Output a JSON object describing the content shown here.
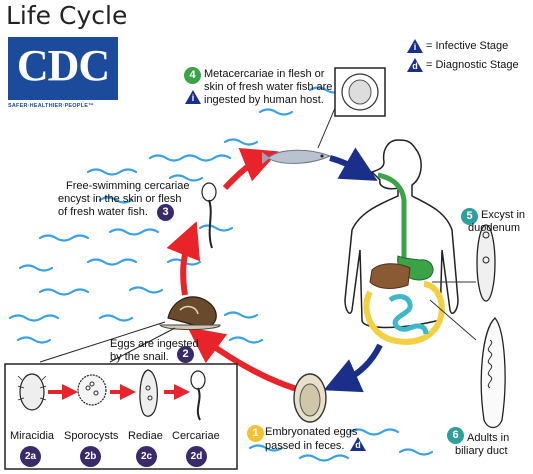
{
  "title": "Life Cycle",
  "logo": {
    "wordmark": "CDC",
    "tagline": "SAFER·HEALTHIER·PEOPLE™"
  },
  "legend": {
    "infective_symbol": "i",
    "infective_label": "= Infective Stage",
    "diagnostic_symbol": "d",
    "diagnostic_label": "= Diagnostic Stage"
  },
  "steps": {
    "s1": {
      "num": "1",
      "text": [
        "Embryonated eggs",
        "passed in feces."
      ],
      "tag": "d"
    },
    "s2": {
      "num": "2",
      "text": [
        "Eggs are ingested",
        "by the snail."
      ]
    },
    "s3": {
      "num": "3",
      "text": [
        "Free-swimming cercariae",
        "encyst in the skin or flesh",
        "of fresh water fish."
      ]
    },
    "s4": {
      "num": "4",
      "text": [
        "Metacercariae in flesh or",
        "skin of fresh water fish are",
        "ingested by human host."
      ],
      "tag": "i"
    },
    "s5": {
      "num": "5",
      "text": [
        "Excyst in",
        "duodenum"
      ]
    },
    "s6": {
      "num": "6",
      "text": [
        "Adults in",
        "biliary duct"
      ]
    }
  },
  "snail_stages": [
    {
      "label": "Miracidia",
      "badge": "2a"
    },
    {
      "label": "Sporocysts",
      "badge": "2b"
    },
    {
      "label": "Rediae",
      "badge": "2c"
    },
    {
      "label": "Cercariae",
      "badge": "2d"
    }
  ],
  "colors": {
    "red_arrow": "#e8232a",
    "blue_arrow": "#1a2f8a",
    "water": "#3aa0e0",
    "badge_green": "#3aa347",
    "badge_purple": "#3a2a6a",
    "badge_teal": "#2e9f9a",
    "badge_yellow": "#f2c230",
    "cdc_blue": "#1b4b9a"
  }
}
